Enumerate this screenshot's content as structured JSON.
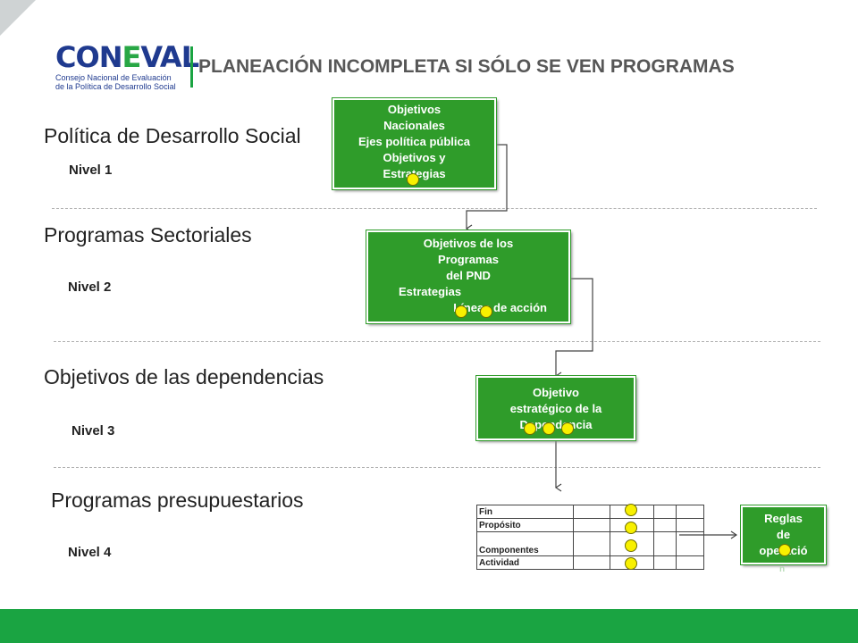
{
  "logo": {
    "wordmark_a": "CON",
    "wordmark_b": "E",
    "wordmark_c": "VAL",
    "subtitle_line1": "Consejo Nacional de Evaluación",
    "subtitle_line2": "de la Política de Desarrollo Social"
  },
  "title": "PLANEACIÓN INCOMPLETA SI SÓLO SE VEN PROGRAMAS",
  "levels": [
    {
      "section": "Política de Desarrollo Social",
      "nivel": "Nivel 1"
    },
    {
      "section": "Programas Sectoriales",
      "nivel": "Nivel 2"
    },
    {
      "section": "Objetivos de las dependencias",
      "nivel": "Nivel 3"
    },
    {
      "section": "Programas presupuestarios",
      "nivel": "Nivel 4"
    }
  ],
  "boxes": {
    "b1": [
      "Objetivos",
      "Nacionales",
      "Ejes política pública",
      "Objetivos y",
      "Estrategias"
    ],
    "b2": [
      "Objetivos de los",
      "Programas",
      "del PND",
      "Estrategias",
      "Líneas de acción"
    ],
    "b3": [
      "Objetivo",
      "estratégico de la",
      "Dependencia"
    ],
    "b4": [
      "Reglas",
      "de",
      "operació",
      "n"
    ]
  },
  "matrix_rows": [
    "Fin",
    "Propósito",
    "Componentes",
    "Actividad"
  ],
  "colors": {
    "green": "#2f9c2a",
    "footer": "#1aa442",
    "dot": "#f8f000",
    "logo_blue": "#1f3a8f"
  }
}
